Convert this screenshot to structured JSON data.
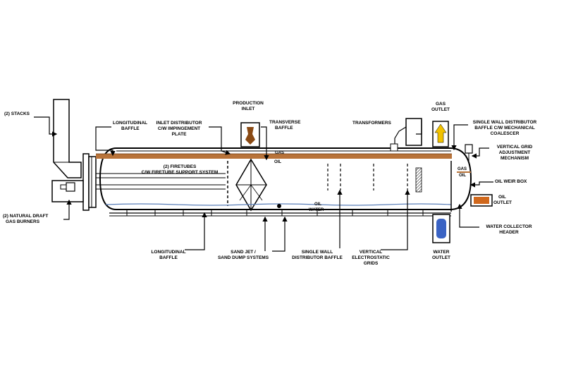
{
  "labels": {
    "stacks": "(2) STACKS",
    "burners_line1": "(2) NATURAL DRAFT",
    "burners_line2": "GAS BURNERS",
    "longitudinal_baffle_top_line1": "LONGITUDINAL",
    "longitudinal_baffle_top_line2": "BAFFLE",
    "inlet_distributor_line1": "INLET DISTRIBUTOR",
    "inlet_distributor_line2": "C/W IMPINGEMENT",
    "inlet_distributor_line3": "PLATE",
    "production_inlet_line1": "PRODUCTION",
    "production_inlet_line2": "INLET",
    "transverse_baffle_line1": "TRANSVERSE",
    "transverse_baffle_line2": "BAFFLE",
    "transformers": "TRANSFORMERS",
    "gas_outlet_line1": "GAS",
    "gas_outlet_line2": "OUTLET",
    "single_wall_coalescer_line1": "SINGLE WALL DISTRIBUTOR",
    "single_wall_coalescer_line2": "BAFFLE C/W MECHANICAL",
    "single_wall_coalescer_line3": "COALESCER",
    "vertical_grid_line1": "VERTICAL GRID",
    "vertical_grid_line2": "ADJUSTMENT",
    "vertical_grid_line3": "MECHANISM",
    "oil_weir_box": "OIL WEIR BOX",
    "oil_outlet_line1": "OIL",
    "oil_outlet_line2": "OUTLET",
    "water_collector_line1": "WATER  COLLECTOR",
    "water_collector_line2": "HEADER",
    "water_outlet_line1": "WATER",
    "water_outlet_line2": "OUTLET",
    "firetubes_line1": "(2) FIRETUBES",
    "firetubes_line2": "C/W FIRETUBE SUPPORT SYSTEM",
    "gas_inside": "GAS",
    "oil_inside": "OIL",
    "oil_lower": "OIL",
    "water_lower": "WATER",
    "gas_weir": "GAS",
    "oil_weir": "OIL",
    "longitudinal_baffle_bottom_line1": "LONGITUDINAL",
    "longitudinal_baffle_bottom_line2": "BAFFLE",
    "sand_jet_line1": "SAND JET /",
    "sand_jet_line2": "SAND DUMP SYSTEMS",
    "single_wall_distributor_line1": "SINGLE WALL",
    "single_wall_distributor_line2": "DISTRIBUTOR BAFFLE",
    "vertical_electrostatic_line1": "VERTICAL",
    "vertical_electrostatic_line2": "ELECTROSTATIC",
    "vertical_electrostatic_line3": "GRIDS"
  },
  "colors": {
    "oil_band": "#b8733a",
    "gas_arrow": "#f2c200",
    "water_outlet": "#3a63c4",
    "inlet_flame": "#8a4a14",
    "oil_box": "#d0681c",
    "water_line": "#5b7fb8"
  }
}
